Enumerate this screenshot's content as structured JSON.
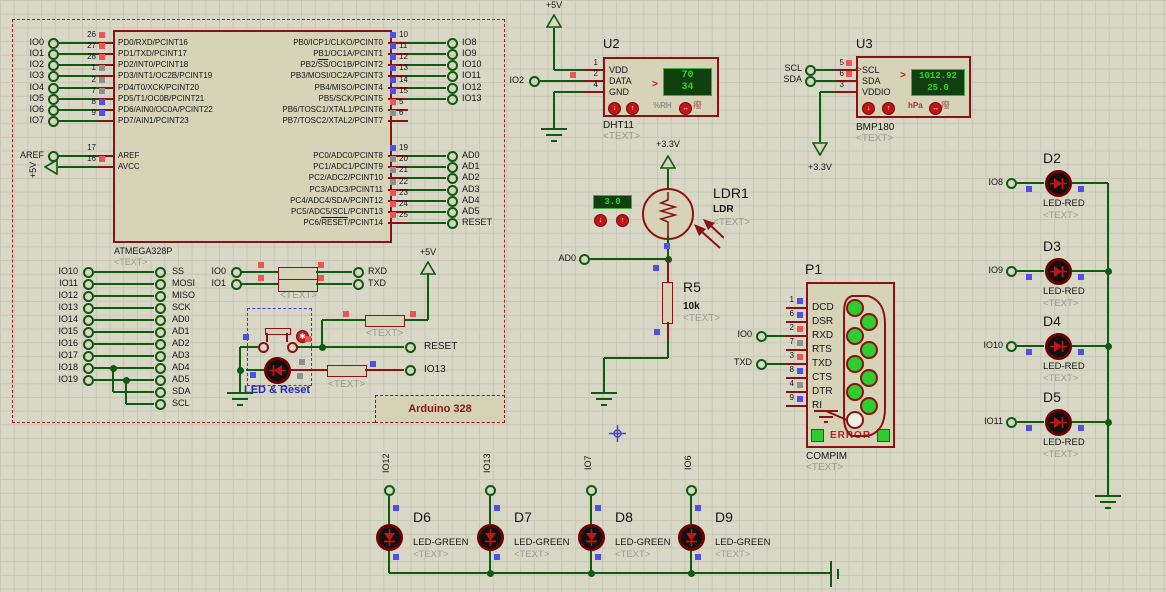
{
  "arduino": {
    "box_label": "Arduino 328"
  },
  "chip": {
    "name": "ATMEGA328P",
    "sub": "<TEXT>",
    "avcc_power": "+5V",
    "left_pins": [
      {
        "term": "IO0",
        "num": "26",
        "state": "red",
        "label": "PD0/RXD/PCINT16"
      },
      {
        "term": "IO1",
        "num": "27",
        "state": "red",
        "label": "PD1/TXD/PCINT17"
      },
      {
        "term": "IO2",
        "num": "28",
        "state": "red",
        "label": "PD2/INT0/PCINT18"
      },
      {
        "term": "IO3",
        "num": "1",
        "state": "gray",
        "label": "PD3/INT1/OC2B/PCINT19"
      },
      {
        "term": "IO4",
        "num": "2",
        "state": "gray",
        "label": "PD4/T0/XCK/PCINT20"
      },
      {
        "term": "IO5",
        "num": "7",
        "state": "gray",
        "label": "PD5/T1/OC0B/PCINT21"
      },
      {
        "term": "IO6",
        "num": "8",
        "state": "blue",
        "label": "PD6/AIN0/OC0A/PCINT22"
      },
      {
        "term": "IO7",
        "num": "9",
        "state": "blue",
        "label": "PD7/AIN1/PCINT23"
      }
    ],
    "aref_pins": [
      {
        "term": "AREF",
        "num": "17",
        "state": null,
        "label": "AREF",
        "power": false
      },
      {
        "term": "+5V",
        "num": "16",
        "state": "red",
        "label": "AVCC",
        "power": true
      }
    ],
    "right_top_pins": [
      {
        "label": "PB0/ICP1/CLKO/PCINT0",
        "num": "10",
        "state": "blue",
        "term": "IO8"
      },
      {
        "label": "PB1/OC1A/PCINT1",
        "num": "11",
        "state": "blue",
        "term": "IO9"
      },
      {
        "pre": "PB2/",
        "over": "SS",
        "post": "/OC1B/PCINT2",
        "num": "12",
        "state": "blue",
        "term": "IO10"
      },
      {
        "label": "PB3/MOSI/OC2A/PCINT3",
        "num": "13",
        "state": "blue",
        "term": "IO11"
      },
      {
        "label": "PB4/MISO/PCINT4",
        "num": "14",
        "state": "blue",
        "term": "IO12"
      },
      {
        "label": "PB5/SCK/PCINT5",
        "num": "15",
        "state": "blue",
        "term": "IO13"
      },
      {
        "label": "PB6/TOSC1/XTAL1/PCINT6",
        "num": "5",
        "state": "red",
        "term": null
      },
      {
        "label": "PB7/TOSC2/XTAL2/PCINT7",
        "num": "6",
        "state": "gray",
        "term": null
      }
    ],
    "right_bottom_pins": [
      {
        "label": "PC0/ADC0/PCINT8",
        "num": "19",
        "state": "blue",
        "term": "AD0"
      },
      {
        "label": "PC1/ADC1/PCINT9",
        "num": "20",
        "state": "gray",
        "term": "AD1"
      },
      {
        "label": "PC2/ADC2/PCINT10",
        "num": "21",
        "state": "gray",
        "term": "AD2"
      },
      {
        "label": "PC3/ADC3/PCINT11",
        "num": "22",
        "state": "gray",
        "term": "AD3"
      },
      {
        "label": "PC4/ADC4/SDA/PCINT12",
        "num": "23",
        "state": "red",
        "term": "AD4"
      },
      {
        "label": "PC5/ADC5/SCL/PCINT13",
        "num": "24",
        "state": "red",
        "term": "AD5"
      },
      {
        "pre": "PC6/",
        "over": "RESET",
        "post": "/PCINT14",
        "num": "25",
        "state": "red",
        "term": "RESET"
      }
    ],
    "spi_rows": [
      {
        "left": "IO10",
        "right": "SS"
      },
      {
        "left": "IO11",
        "right": "MOSI"
      },
      {
        "left": "IO12",
        "right": "MISO"
      },
      {
        "left": "IO13",
        "right": "SCK"
      },
      {
        "left": "IO14",
        "right": "AD0"
      },
      {
        "left": "IO15",
        "right": "AD1"
      },
      {
        "left": "IO16",
        "right": "AD2"
      },
      {
        "left": "IO17",
        "right": "AD3"
      },
      {
        "left": "IO18",
        "right": "AD4"
      },
      {
        "left": "IO19",
        "right": "AD5"
      },
      {
        "left": null,
        "right": "SDA"
      },
      {
        "left": null,
        "right": "SCL"
      }
    ]
  },
  "serial_bridge": {
    "sub": "<TEXT>",
    "rows": [
      {
        "left": "IO0",
        "right": "RXD"
      },
      {
        "left": "IO1",
        "right": "TXD"
      }
    ]
  },
  "reset_group": {
    "power": "+5V",
    "res_sub": "<TEXT>",
    "reset_term": "RESET",
    "io13_term": "IO13",
    "io13_sub": "<TEXT>",
    "label": "LED & Reset"
  },
  "dht11": {
    "ref": "U2",
    "part": "DHT11",
    "sub": "<TEXT>",
    "power": "+5V",
    "data_term": "IO2",
    "display_top": "70",
    "display_bottom": "34",
    "unit": "%RH",
    "unit2": "癈",
    "pins": [
      {
        "num": "1",
        "name": "VDD",
        "state": null
      },
      {
        "num": "2",
        "name": "DATA",
        "state": "red"
      },
      {
        "num": "4",
        "name": "GND",
        "state": null
      }
    ]
  },
  "bmp180": {
    "ref": "U3",
    "part": "BMP180",
    "sub": "<TEXT>",
    "power": "+3.3V",
    "terms": [
      "SCL",
      "SDA"
    ],
    "display_top": "1012.92",
    "display_bottom": "25.0",
    "unit": "hPa",
    "unit2": "癈",
    "pins": [
      {
        "num": "5",
        "name": "SCL",
        "state": "red"
      },
      {
        "num": "6",
        "name": "SDA",
        "state": "red"
      },
      {
        "num": "3",
        "name": "VDDIO",
        "state": null
      }
    ]
  },
  "ldr": {
    "ref": "LDR1",
    "part": "LDR",
    "sub": "<TEXT>",
    "display": "3.0",
    "power": "+3.3V",
    "term": "AD0"
  },
  "r5": {
    "ref": "R5",
    "value": "10k",
    "sub": "<TEXT>"
  },
  "compim": {
    "ref": "P1",
    "part": "COMPIM",
    "sub": "<TEXT>",
    "error": "ERROR",
    "pins": [
      {
        "num": "1",
        "name": "DCD",
        "state": "blue",
        "term": null
      },
      {
        "num": "6",
        "name": "DSR",
        "state": "blue",
        "term": null
      },
      {
        "num": "2",
        "name": "RXD",
        "state": "red",
        "term": "IO0"
      },
      {
        "num": "7",
        "name": "RTS",
        "state": "gray",
        "term": null
      },
      {
        "num": "3",
        "name": "TXD",
        "state": "red",
        "term": "TXD"
      },
      {
        "num": "8",
        "name": "CTS",
        "state": "blue",
        "term": null
      },
      {
        "num": "4",
        "name": "DTR",
        "state": "gray",
        "term": null
      },
      {
        "num": "9",
        "name": "RI",
        "state": "blue",
        "term": null
      }
    ]
  },
  "red_leds": [
    {
      "ref": "D2",
      "term": "IO8",
      "part": "LED-RED",
      "sub": "<TEXT>"
    },
    {
      "ref": "D3",
      "term": "IO9",
      "part": "LED-RED",
      "sub": "<TEXT>"
    },
    {
      "ref": "D4",
      "term": "IO10",
      "part": "LED-RED",
      "sub": "<TEXT>"
    },
    {
      "ref": "D5",
      "term": "IO11",
      "part": "LED-RED",
      "sub": "<TEXT>"
    }
  ],
  "green_leds": [
    {
      "ref": "D6",
      "term": "IO12",
      "part": "LED-GREEN",
      "sub": "<TEXT>"
    },
    {
      "ref": "D7",
      "term": "IO13",
      "part": "LED-GREEN",
      "sub": "<TEXT>"
    },
    {
      "ref": "D8",
      "term": "IO7",
      "part": "LED-GREEN",
      "sub": "<TEXT>"
    },
    {
      "ref": "D9",
      "term": "IO6",
      "part": "LED-GREEN",
      "sub": "<TEXT>"
    }
  ],
  "colors": {
    "wire": "#0e5a0e",
    "pin": "#8a1212",
    "state_red": "#ef5454",
    "state_blue": "#5050e6",
    "state_gray": "#8f8f8f",
    "display_text": "#2cd42c",
    "accent_blue": "#2424c8"
  }
}
